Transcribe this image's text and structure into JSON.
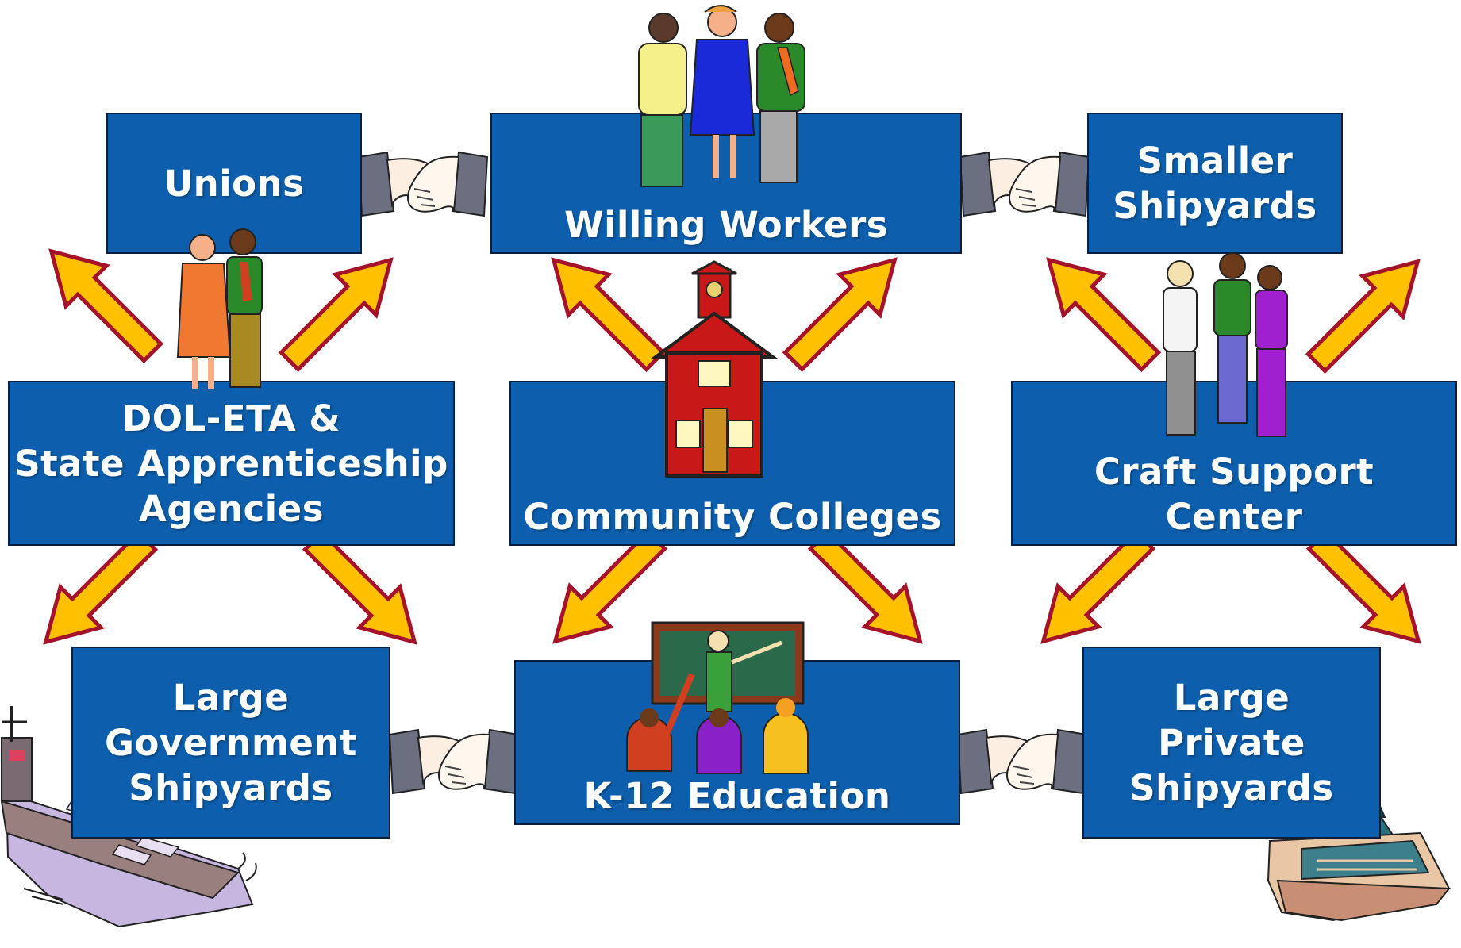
{
  "nodes": {
    "unions": {
      "lines": [
        "Unions"
      ]
    },
    "willing_workers": {
      "lines": [
        "Willing Workers"
      ]
    },
    "smaller_shipyards": {
      "lines": [
        "Smaller",
        "Shipyards"
      ]
    },
    "dol_eta": {
      "lines": [
        "DOL-ETA &",
        "State Apprenticeship",
        "Agencies"
      ]
    },
    "community_colleges": {
      "lines": [
        "Community Colleges"
      ]
    },
    "craft_support": {
      "lines": [
        "Craft Support",
        "Center"
      ]
    },
    "large_gov_shipyards": {
      "lines": [
        "Large",
        "Government",
        "Shipyards"
      ]
    },
    "k12": {
      "lines": [
        "K-12 Education"
      ]
    },
    "large_private_shipyards": {
      "lines": [
        "Large",
        "Private",
        "Shipyards"
      ]
    }
  },
  "colors": {
    "box_fill": "#0d5fad",
    "box_text": "#ffffff",
    "arrow_fill": "#ffc000",
    "arrow_outline": "#a5132b"
  },
  "icons": {
    "handshakes": [
      "handshake-icon"
    ],
    "clipart": [
      "people-group-icon",
      "two-coworkers-icon",
      "schoolhouse-icon",
      "three-people-talking-icon",
      "teacher-classroom-icon",
      "aircraft-carrier-icon",
      "yacht-icon"
    ]
  }
}
